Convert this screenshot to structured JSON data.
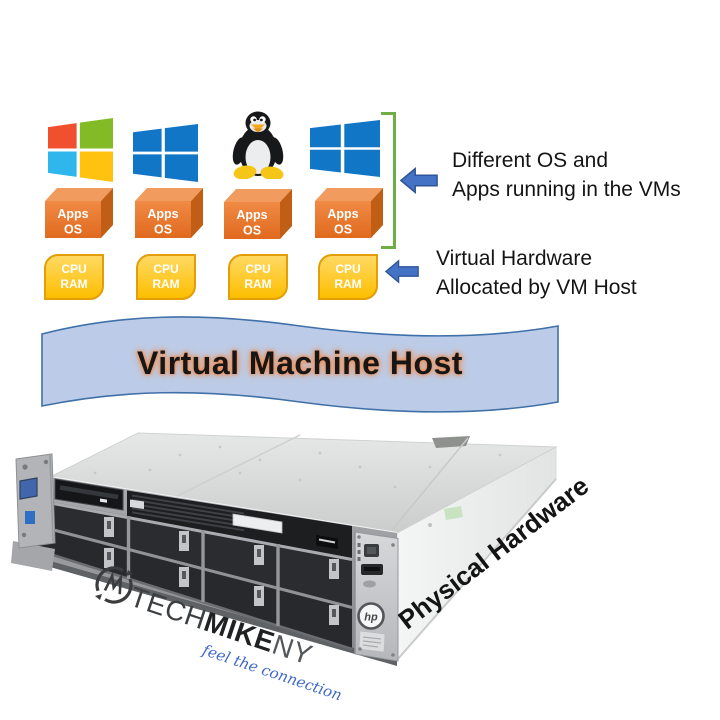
{
  "diagram": {
    "os_row": {
      "icons": [
        {
          "name": "windows-multicolor"
        },
        {
          "name": "windows-blue"
        },
        {
          "name": "linux-tux"
        },
        {
          "name": "windows-blue"
        }
      ]
    },
    "apps_box": {
      "line1": "Apps",
      "line2": "OS",
      "front_color": "#E9762E",
      "top_color": "#F29B5E",
      "side_color": "#C05E15"
    },
    "cpu_box": {
      "line1": "CPU",
      "line2": "RAM",
      "fill": "#FDBE00",
      "border": "#E29D07"
    },
    "bracket_color": "#6FAD47",
    "arrow_color": "#4472C4",
    "captions": {
      "os": {
        "line1": "Different OS and",
        "line2": "Apps running in the VMs"
      },
      "hw": {
        "line1": "Virtual Hardware",
        "line2": "Allocated by VM Host"
      }
    },
    "banner": {
      "label": "Virtual Machine Host",
      "fill": "#BCCCE8",
      "border": "#4070A8",
      "glow": "#ED8B4F"
    },
    "windows_colors": {
      "red": "#F0502D",
      "green": "#82BB26",
      "cyan": "#2FB6EC",
      "yellow": "#FEC20F",
      "blue": "#1276C7"
    }
  },
  "server": {
    "label": "Physical Hardware",
    "brand": {
      "monogram": "M",
      "tech": "TECH",
      "mike": "MIKE",
      "ny": "NY",
      "tagline": "feel the connection",
      "tagline_color": "#3E68C8"
    },
    "bezel": {
      "hp": "hp"
    }
  }
}
